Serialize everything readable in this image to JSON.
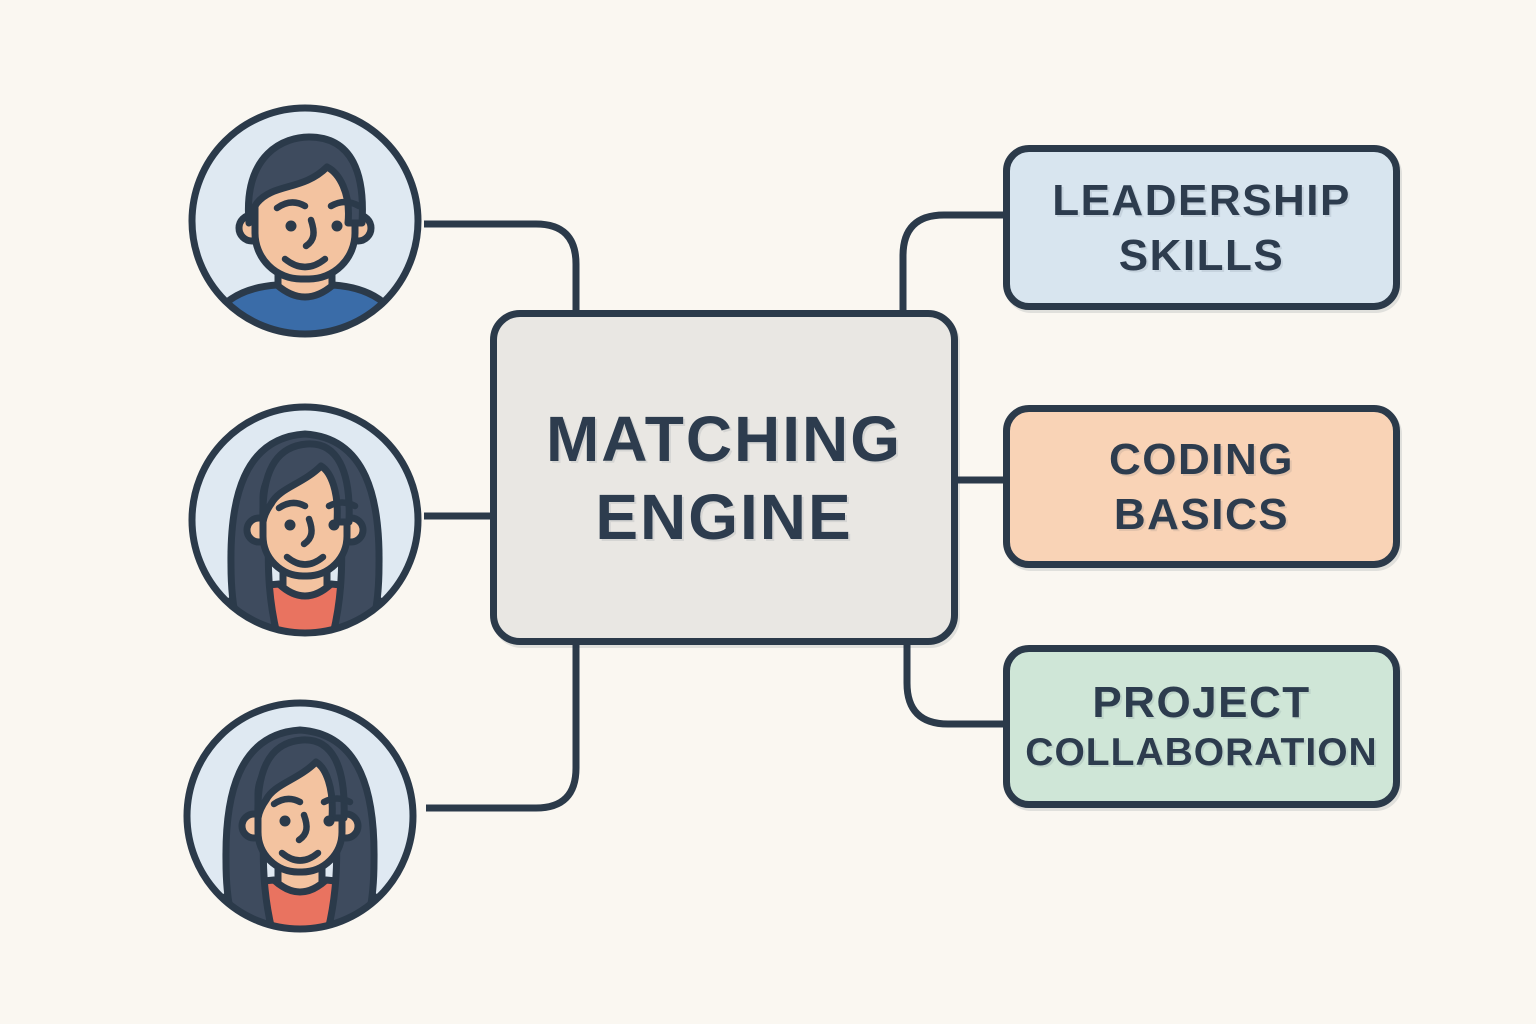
{
  "diagram": {
    "title_node": {
      "label_line1": "MATCHING",
      "label_line2": "ENGINE",
      "fill": "#e9e7e3"
    },
    "skill_nodes": [
      {
        "id": "leadership-skills",
        "label_line1": "LEADERSHIP",
        "label_line2": "SKILLS",
        "fill": "#d8e5ef"
      },
      {
        "id": "coding-basics",
        "label_line1": "CODING",
        "label_line2": "BASICS",
        "fill": "#f9d3b6"
      },
      {
        "id": "project-collaboration",
        "label_line1": "PROJECT",
        "label_line2": "COLLABORATION",
        "fill": "#cfe6d7"
      }
    ],
    "users": [
      {
        "id": "user-1",
        "icon": "avatar-male-icon"
      },
      {
        "id": "user-2",
        "icon": "avatar-female-icon"
      },
      {
        "id": "user-3",
        "icon": "avatar-female-icon"
      }
    ],
    "colors": {
      "background": "#faf7f1",
      "line": "#2b3a4a",
      "text": "#2d3c4e",
      "avatar_bg": "#dfe9f2",
      "skin": "#f3c3a0",
      "hair": "#3e4b5e",
      "shirt_male": "#3a6ca8",
      "shirt_female": "#e97360"
    }
  }
}
